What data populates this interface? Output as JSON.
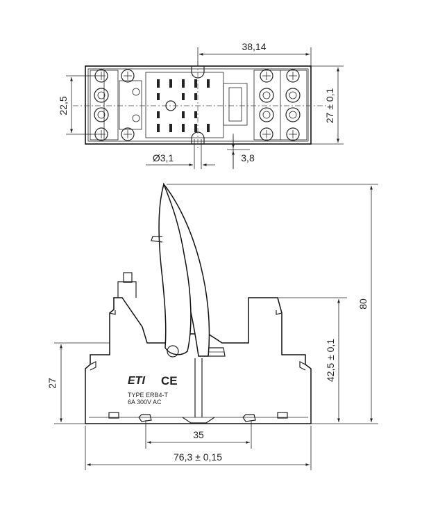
{
  "top_view": {
    "dimensions": {
      "width_half": "38,14",
      "pitch_vertical": "22,5",
      "depth": "27 ± 0,1",
      "hole_diameter": "Ø3,1",
      "offset": "3,8"
    }
  },
  "side_view": {
    "dimensions": {
      "height_total": "80",
      "height_socket": "42,5 ± 0,1",
      "height_base": "27",
      "mount_pitch": "35",
      "length_total": "76,3 ± 0,15"
    },
    "label": {
      "brand": "ETI",
      "ce_mark": "CE",
      "type": "TYPE ERB4-T",
      "rating": "6A 300V AC"
    }
  }
}
